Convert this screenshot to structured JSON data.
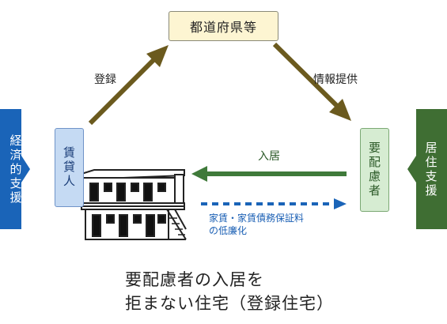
{
  "nodes": {
    "prefecture": "都道府県等",
    "landlord": "賃貸人",
    "priority_person": "要配慮者"
  },
  "banners": {
    "left": "経済的支援",
    "right": "居住支援"
  },
  "arrows": {
    "register": "登録",
    "information": "情報提供",
    "move_in": "入居",
    "cost_reduction_line1": "家賃・家賃債務保証料",
    "cost_reduction_line2": "の低廉化"
  },
  "caption": {
    "line1": "要配慮者の入居を",
    "line2": "拒まない住宅（登録住宅）"
  },
  "colors": {
    "economic_support": "#1a64b8",
    "housing_support": "#3f6e33",
    "registration_arrow": "#6b5a1e",
    "move_in_arrow": "#3f7a3a",
    "cost_arrow": "#1a64b8"
  }
}
